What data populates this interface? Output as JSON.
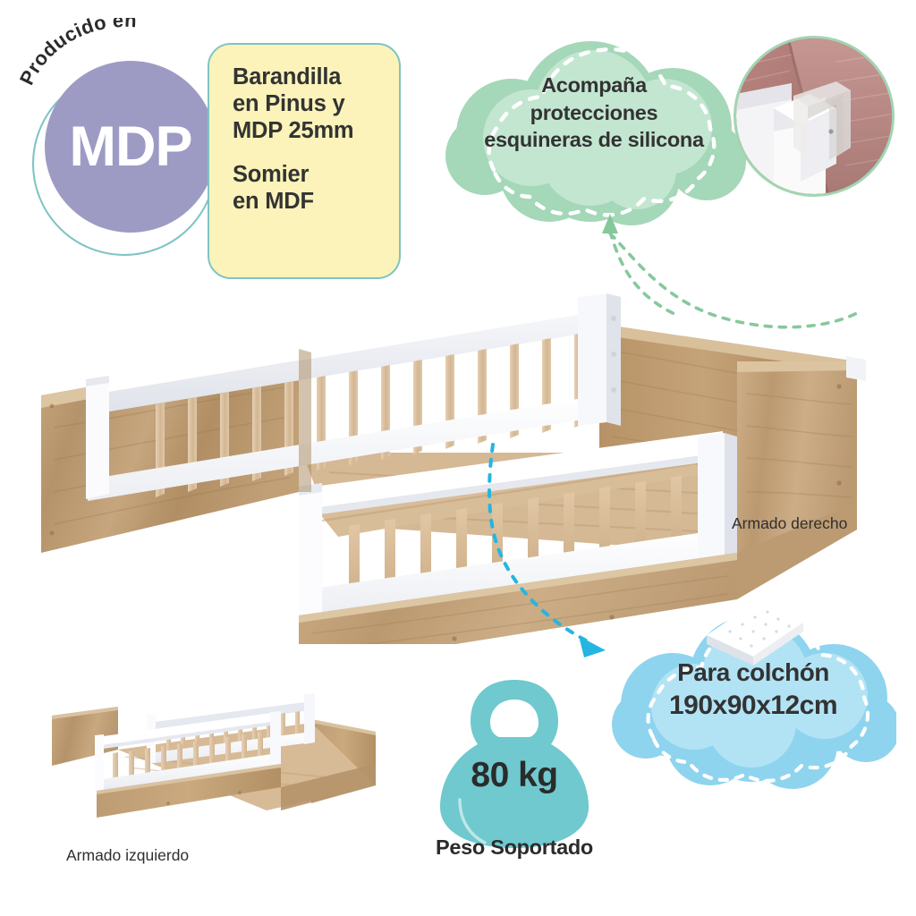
{
  "page": {
    "title": "Cama Montessori - ficha de producto",
    "background": "#ffffff"
  },
  "colors": {
    "purple": "#9d9bc4",
    "teal_outline": "#7fc3c4",
    "yellow_card": "#fbf3b9",
    "green_cloud": "#a8d8bb",
    "green_cloud_light": "#c2e5cf",
    "blue_cloud": "#8ed4ee",
    "blue_cloud_light": "#b3e3f4",
    "teal_kettlebell": "#6fc9ce",
    "arrow_green": "#7fc79a",
    "arrow_blue": "#24b6e0",
    "wood_light": "#d9c29b",
    "wood_mid": "#c3a179",
    "wood_dark": "#b08e63",
    "white_rail": "#fbfbfd",
    "text_dark": "#2b2b2b"
  },
  "mdp_badge": {
    "arc_label": "Producido en",
    "material": "MDP"
  },
  "spec_card": {
    "lines_group_1": [
      "Barandilla",
      "en Pinus y",
      "MDP 25mm"
    ],
    "lines_group_2": [
      "Somier",
      "en MDF"
    ]
  },
  "green_cloud": {
    "text": "Acompaña protecciones esquineras de silicona",
    "lines": [
      "Acompaña",
      "protecciones",
      "esquineras de silicona"
    ]
  },
  "corner_photo": {
    "caption": "silicone-corner-protector-photo"
  },
  "mattress_cloud": {
    "line1": "Para colchón",
    "line2": "190x90x12cm"
  },
  "weight_badge": {
    "value": "80 kg",
    "label": "Peso Soportado"
  },
  "bed_views": {
    "main_caption": "Armado derecho",
    "small_caption": "Armado izquierdo"
  }
}
